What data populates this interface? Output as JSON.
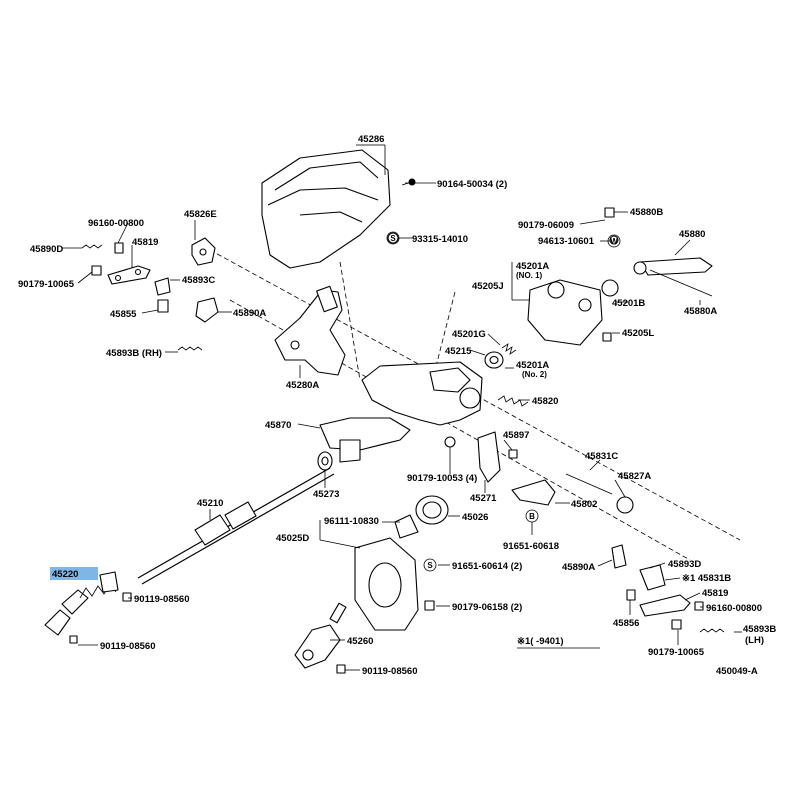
{
  "diagram": {
    "figure_code": "450049-A",
    "note": "※1(      -9401)",
    "highlighted_part": "45220",
    "labels": {
      "p45286": "45286",
      "p90164": "90164-50034 (2)",
      "p93315": "93315-14010",
      "p96160a": "96160-00800",
      "p45826e": "45826E",
      "p45890d": "45890D",
      "p45819a": "45819",
      "p90179a": "90179-10065",
      "p45893c": "45893C",
      "p45855": "45855",
      "p45890a_top": "45890A",
      "p45893b_rh": "45893B (RH)",
      "p45280a": "45280A",
      "p90179b": "90179-06009",
      "p45880b": "45880B",
      "p94613": "94613-10601",
      "p45880": "45880",
      "p45201a_1": "45201A",
      "p_no1": "(NO. 1)",
      "p45205j": "45205J",
      "p45201b": "45201B",
      "p45880a": "45880A",
      "p45205l": "45205L",
      "p45201g": "45201G",
      "p45215": "45215",
      "p45201a_2": "45201A",
      "p_no2": "(No. 2)",
      "p45820": "45820",
      "p45870": "45870",
      "p45897": "45897",
      "p90179c": "90179-10053 (4)",
      "p45273": "45273",
      "p45271": "45271",
      "p45831c": "45831C",
      "p45827a": "45827A",
      "p45210": "45210",
      "p45802": "45802",
      "p96111": "96111-10830",
      "p45026": "45026",
      "p45025d": "45025D",
      "p91651a": "91651-60618",
      "p91651b": "91651-60614 (2)",
      "p45220": "45220",
      "p45890a_bot": "45890A",
      "p45893d": "45893D",
      "p45831b": "※1 45831B",
      "p90119a": "90119-08560",
      "p45819b": "45819",
      "p96160b": "96160-00800",
      "p90179d": "90179-06158 (2)",
      "p45856": "45856",
      "p45893b_lh": "45893B",
      "p_lh": "(LH)",
      "p90119b": "90119-08560",
      "p45260": "45260",
      "p90179e": "90179-10065",
      "p90119c": "90119-08560"
    },
    "symbols": {
      "s_circle": "S",
      "w_circle": "W",
      "b_circle": "B"
    }
  }
}
